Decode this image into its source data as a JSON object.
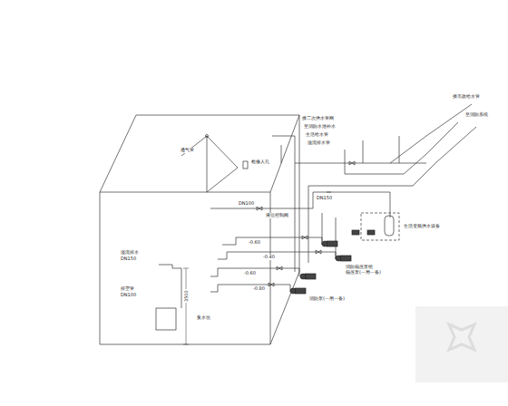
{
  "diagram": {
    "labels": [
      "通气管",
      "检修人孔",
      "接二次供水管网",
      "至消防水池补水",
      "生活给水管",
      "溢流排水管",
      "接市政给水管",
      "至消防系统",
      "DN150",
      "DN100",
      "液位控制阀",
      "-0.60",
      "-0.40",
      "-0.60",
      "-0.80",
      "生活变频供水设备",
      "消防稳压泵组",
      "稳压泵(一用一备)",
      "消防泵(一用一备)",
      "溢流排水",
      "DN150",
      "排空管",
      "DN100",
      "3500",
      "集水坑"
    ]
  }
}
